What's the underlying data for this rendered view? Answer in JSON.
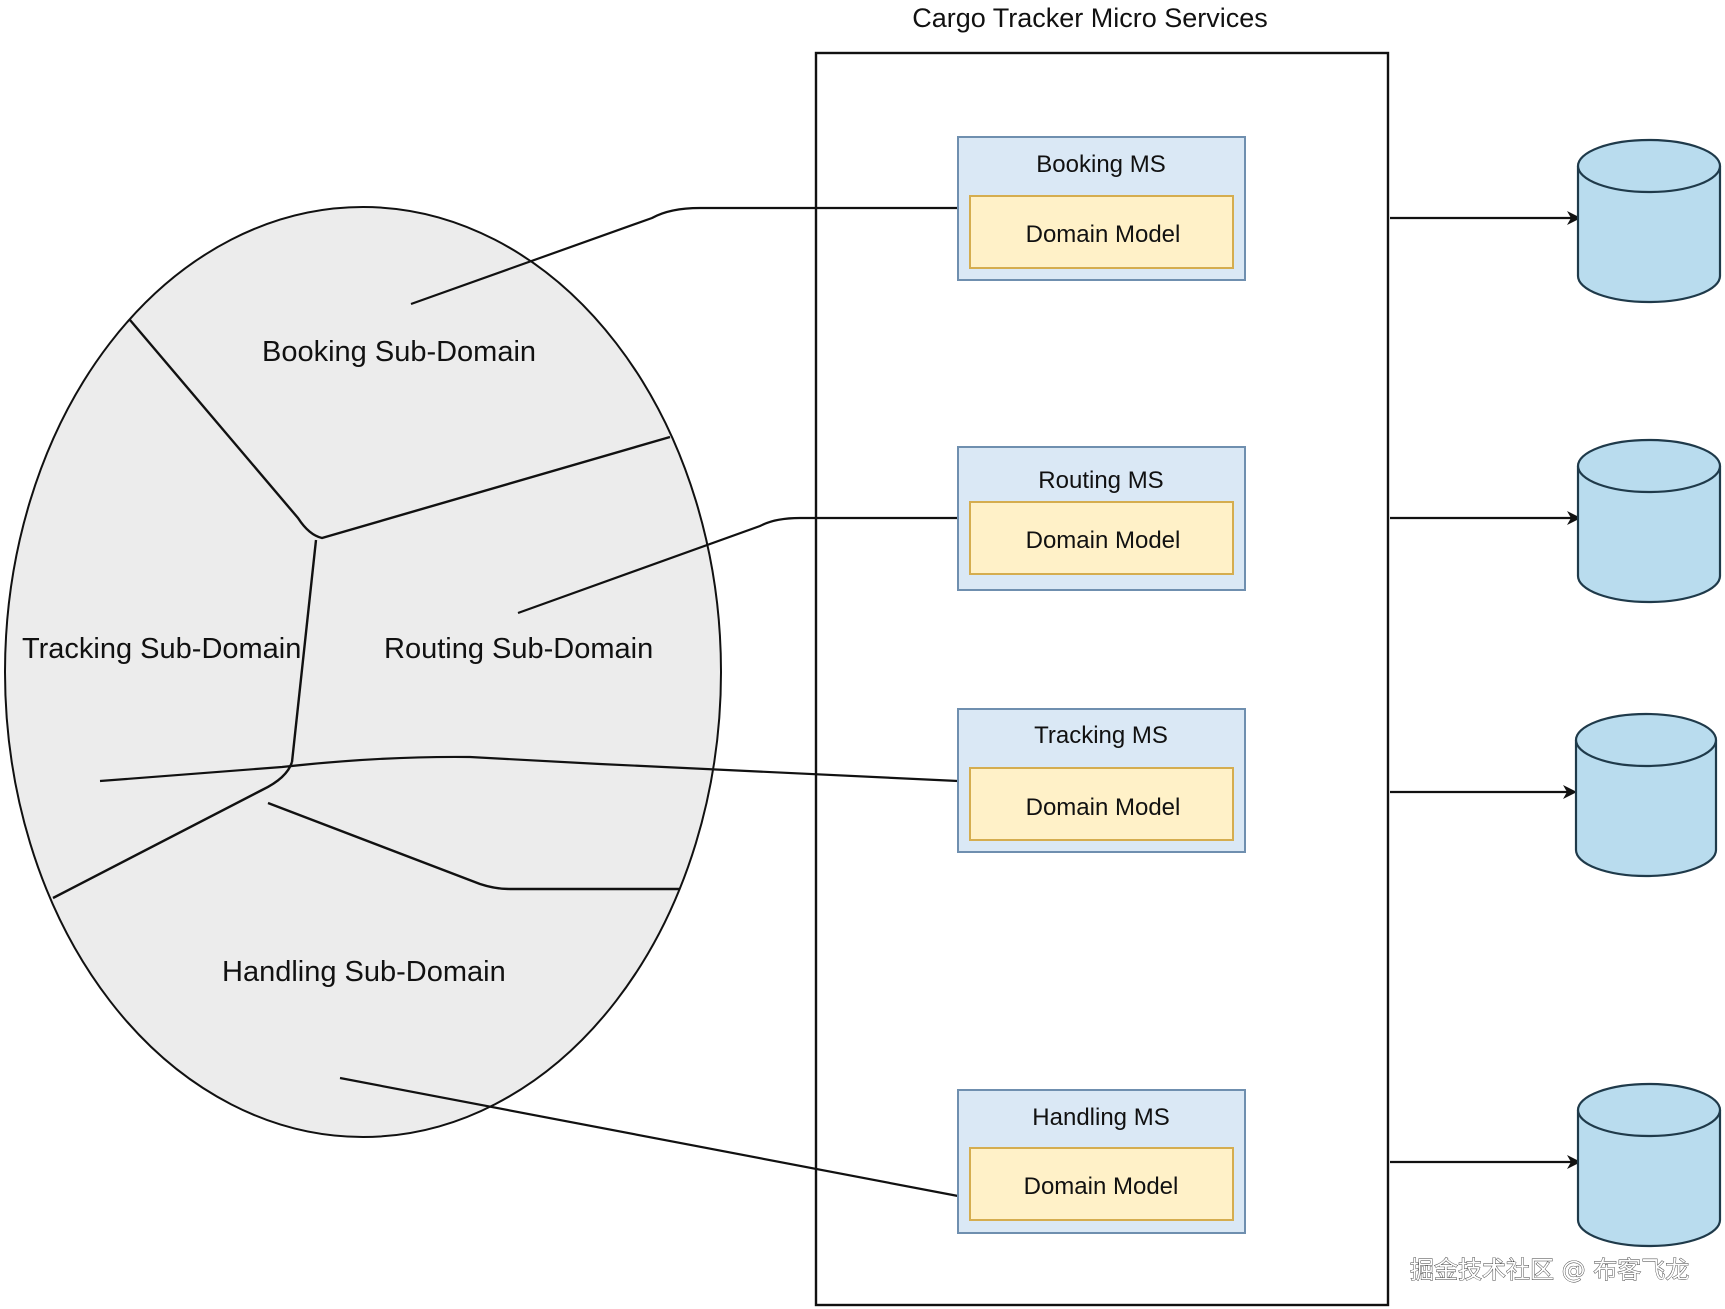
{
  "title": "Cargo Tracker Micro Services",
  "domain": {
    "subdomains": [
      {
        "id": "booking",
        "label": "Booking Sub-Domain"
      },
      {
        "id": "tracking",
        "label": "Tracking Sub-Domain"
      },
      {
        "id": "routing",
        "label": "Routing Sub-Domain"
      },
      {
        "id": "handling",
        "label": "Handling Sub-Domain"
      }
    ]
  },
  "services": [
    {
      "id": "booking",
      "name": "Booking MS",
      "model": "Domain Model"
    },
    {
      "id": "routing",
      "name": "Routing MS",
      "model": "Domain Model"
    },
    {
      "id": "tracking",
      "name": "Tracking MS",
      "model": "Domain Model"
    },
    {
      "id": "handling",
      "name": "Handling MS",
      "model": "Domain Model"
    }
  ],
  "databases": [
    "booking",
    "routing",
    "tracking",
    "handling"
  ],
  "watermark": "掘金技术社区 @ 布客飞龙",
  "colors": {
    "domain_fill": "#ececec",
    "service_fill": "#dae8f5",
    "model_fill": "#fff1c8",
    "database_fill": "#b9dcee"
  }
}
